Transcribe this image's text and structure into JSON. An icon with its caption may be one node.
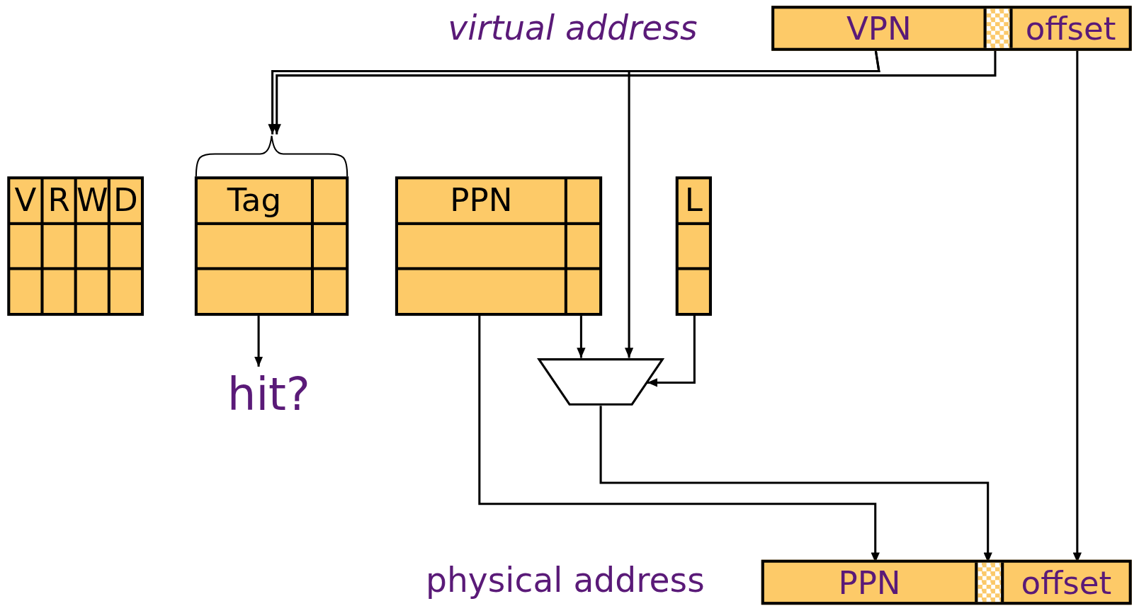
{
  "diagram": {
    "nodes": [
      {
        "text": [
          "virtual address"
        ]
      },
      {
        "text": [
          "VPN"
        ],
        "in": 0
      },
      {
        "text": [],
        "shape": "box",
        "in": 0
      },
      {
        "text": [
          "offset"
        ],
        "in": 0
      },
      {
        "text": [
          "V",
          "R",
          "W",
          "D"
        ]
      },
      {
        "text": [
          "Tag"
        ]
      },
      {
        "text": [
          "PPN"
        ]
      },
      {
        "text": [
          "L"
        ]
      },
      {
        "text": [],
        "shape": "trapezoid"
      },
      {
        "text": [
          "hit?"
        ]
      },
      {
        "text": [
          "physical address"
        ]
      },
      {
        "text": [
          "PPN"
        ],
        "in": 10
      },
      {
        "text": [],
        "shape": "box",
        "in": 10
      },
      {
        "text": [
          "offset"
        ],
        "in": 10
      }
    ],
    "edges": [
      {
        "from": 1,
        "to": 5,
        "arrow": "to"
      },
      {
        "from": 2,
        "to": 5,
        "arrow": "to"
      },
      {
        "from": 1,
        "to": 8,
        "arrow": "to"
      },
      {
        "from": 6,
        "to": 8,
        "arrow": "to"
      },
      {
        "from": 7,
        "to": 8,
        "arrow": "to"
      },
      {
        "from": 5,
        "to": 9,
        "arrow": "to"
      },
      {
        "from": 6,
        "to": 11,
        "arrow": "to"
      },
      {
        "from": 8,
        "to": 12,
        "arrow": "to"
      },
      {
        "from": 3,
        "to": 13,
        "arrow": "to"
      }
    ]
  }
}
